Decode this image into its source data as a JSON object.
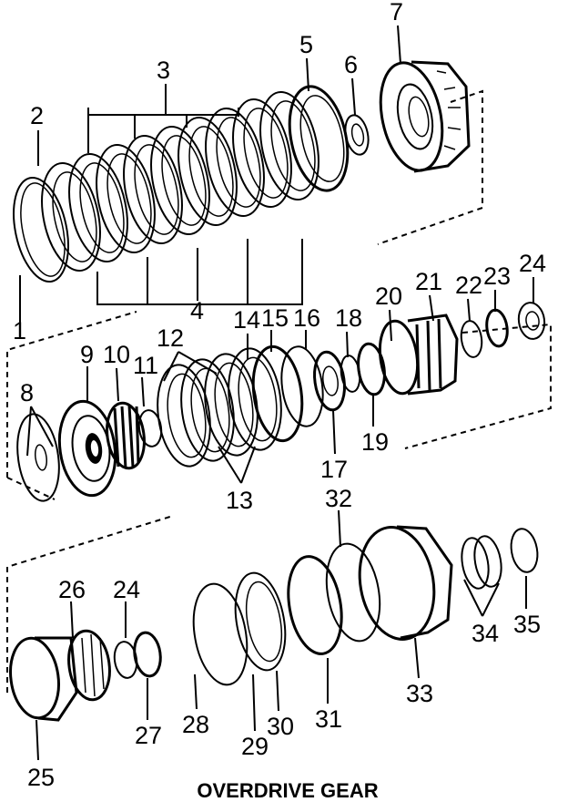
{
  "title": "OVERDRIVE GEAR",
  "callouts": {
    "c1": "1",
    "c2": "2",
    "c3": "3",
    "c4": "4",
    "c5": "5",
    "c6": "6",
    "c7": "7",
    "c8": "8",
    "c9": "9",
    "c10": "10",
    "c11": "11",
    "c12": "12",
    "c13": "13",
    "c14": "14",
    "c15": "15",
    "c16": "16",
    "c17": "17",
    "c18": "18",
    "c19": "19",
    "c20": "20",
    "c21": "21",
    "c22": "22",
    "c23": "23",
    "c24a": "24",
    "c24b": "24",
    "c25": "25",
    "c26": "26",
    "c27": "27",
    "c28": "28",
    "c29": "29",
    "c30": "30",
    "c31": "31",
    "c32": "32",
    "c33": "33",
    "c34": "34",
    "c35": "35"
  }
}
